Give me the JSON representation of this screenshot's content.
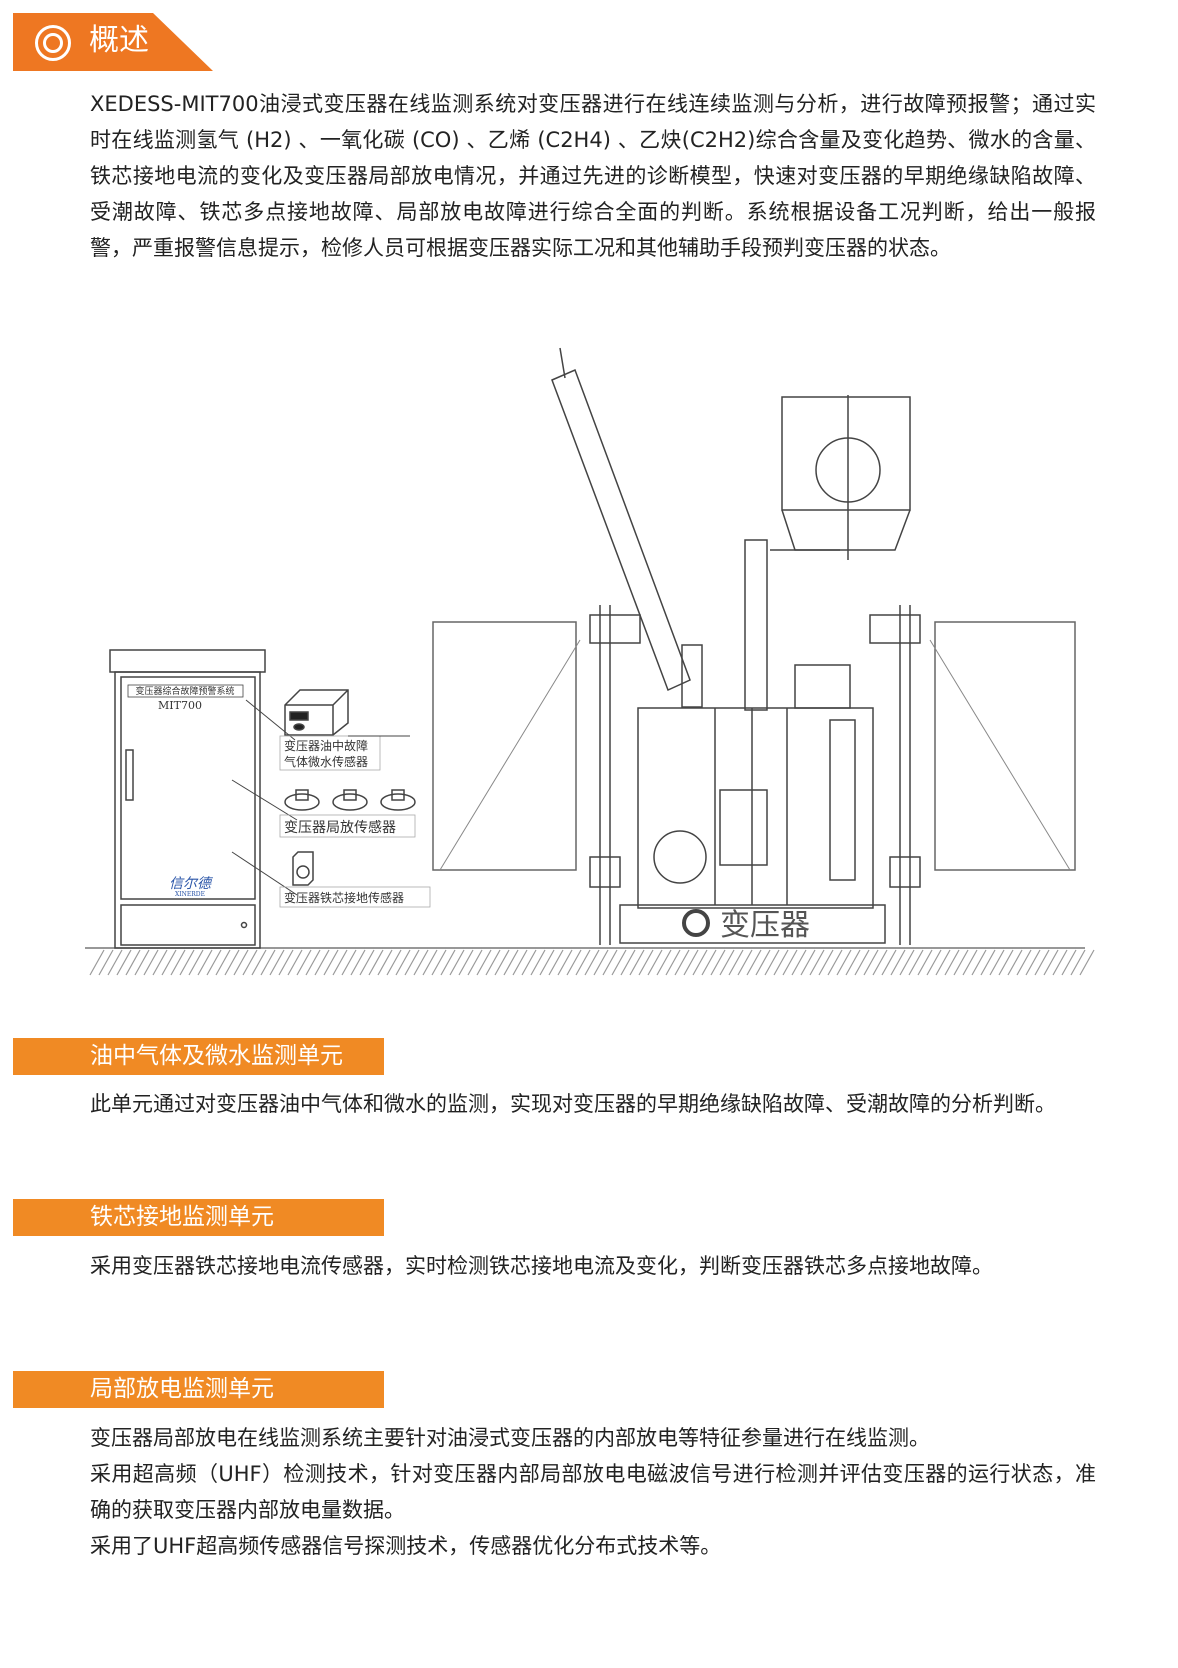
{
  "overview": {
    "title": "概述",
    "icon": "double-circle-icon",
    "text": "XEDESS-MIT700油浸式变压器在线监测系统对变压器进行在线连续监测与分析，进行故障预报警；通过实时在线监测氢气 (H2) 、一氧化碳 (CO) 、乙烯 (C2H4) 、乙炔(C2H2)综合含量及变化趋势、微水的含量、铁芯接地电流的变化及变压器局部放电情况，并通过先进的诊断模型，快速对变压器的早期绝缘缺陷故障、受潮故障、铁芯多点接地故障、局部放电故障进行综合全面的判断。系统根据设备工况判断，给出一般报警，严重报警信息提示，检修人员可根据变压器实际工况和其他辅助手段预判变压器的状态。"
  },
  "diagram": {
    "cabinet_label": "变压器综合故障预警系统",
    "cabinet_model": "MIT700",
    "cabinet_brand": "信尔德",
    "cabinet_brand_en": "XINERDE",
    "sensor_gas_line1": "变压器油中故障",
    "sensor_gas_line2": "气体微水传感器",
    "sensor_pd": "变压器局放传感器",
    "sensor_core": "变压器铁芯接地传感器",
    "transformer_label": "变压器"
  },
  "sections": [
    {
      "title": "油中气体及微水监测单元",
      "text": "此单元通过对变压器油中气体和微水的监测，实现对变压器的早期绝缘缺陷故障、受潮故障的分析判断。"
    },
    {
      "title": "铁芯接地监测单元",
      "text": "采用变压器铁芯接地电流传感器，实时检测铁芯接地电流及变化，判断变压器铁芯多点接地故障。"
    },
    {
      "title": "局部放电监测单元",
      "lines": [
        "变压器局部放电在线监测系统主要针对油浸式变压器的内部放电等特征参量进行在线监测。",
        "采用超高频（UHF）检测技术，针对变压器内部局部放电电磁波信号进行检测并评估变压器的运行状态，准确的获取变压器内部放电量数据。",
        "采用了UHF超高频传感器信号探测技术，传感器优化分布式技术等。"
      ]
    }
  ],
  "colors": {
    "accent": "#ee7722",
    "section": "#f08a24"
  }
}
